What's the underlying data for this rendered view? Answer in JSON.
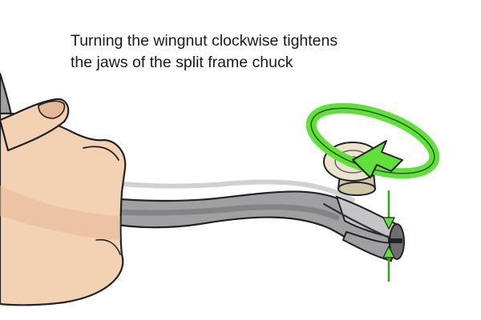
{
  "caption": {
    "line1": "Turning the wingnut clockwise tightens",
    "line2": "the jaws of the split frame chuck"
  },
  "colors": {
    "skin": "#f3d2b4",
    "skin_shadow": "#e6b896",
    "metal": "#a0a0a3",
    "metal_light": "#c5c5c8",
    "metal_dark": "#6e6e72",
    "wingnut": "#ece4cc",
    "wingnut_shadow": "#cfc6a8",
    "arrow_green": "#5fe13a",
    "arrow_green_dark": "#3aa41c",
    "outline": "#222222"
  },
  "icons": {
    "rotation": "clockwise-rotation-arrow",
    "compression": "jaw-compression-arrows"
  }
}
